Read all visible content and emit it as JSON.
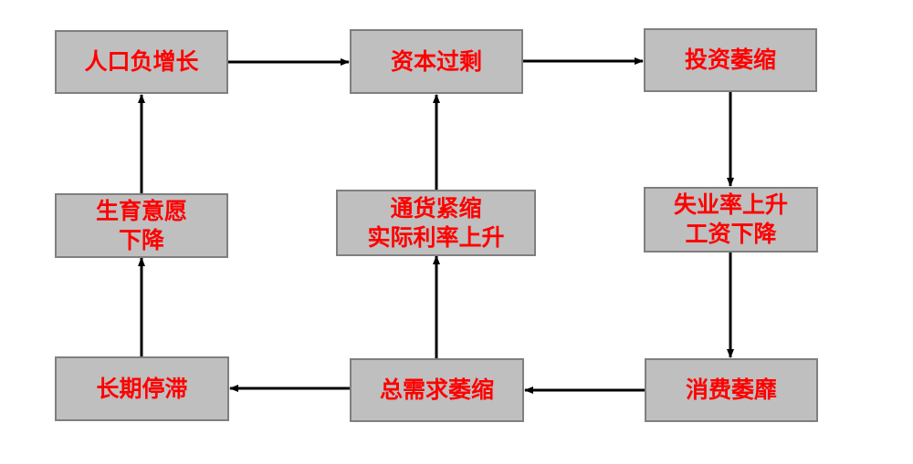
{
  "nodes": {
    "population_decline": {
      "lines": [
        "人口负增长"
      ]
    },
    "capital_surplus": {
      "lines": [
        "资本过剩"
      ]
    },
    "investment_shrink": {
      "lines": [
        "投资萎缩"
      ]
    },
    "fertility_decline": {
      "lines": [
        "生育意愿",
        "下降"
      ]
    },
    "deflation": {
      "lines": [
        "通货紧缩",
        "实际利率上升"
      ]
    },
    "unemployment": {
      "lines": [
        "失业率上升",
        "工资下降"
      ]
    },
    "stagnation": {
      "lines": [
        "长期停滞"
      ]
    },
    "demand_shrink": {
      "lines": [
        "总需求萎缩"
      ]
    },
    "consumption_decline": {
      "lines": [
        "消费萎靡"
      ]
    }
  },
  "colors": {
    "box_fill": "#bfbfbf",
    "box_border": "#7f7f7f",
    "text": "#ff0000",
    "arrow": "#000000"
  }
}
